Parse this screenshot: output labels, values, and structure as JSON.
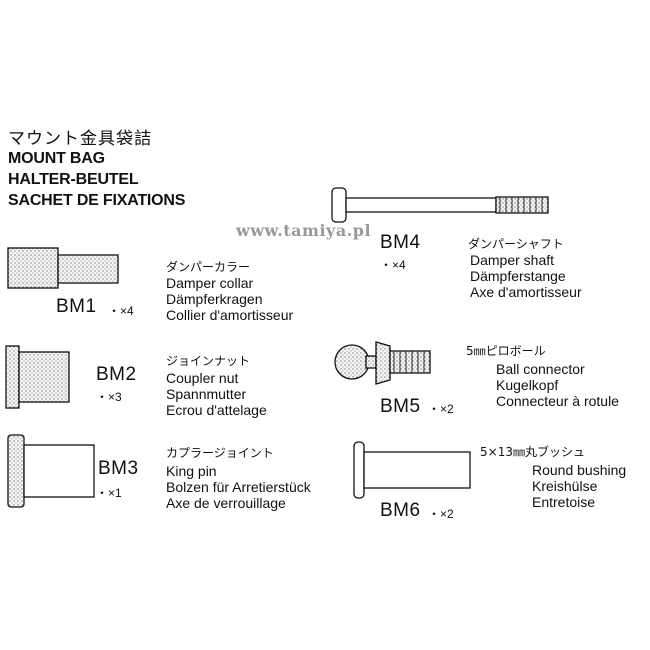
{
  "header": {
    "jp": "マウント金具袋詰",
    "en": "MOUNT BAG",
    "de": "HALTER-BEUTEL",
    "fr": "SACHET DE FIXATIONS"
  },
  "watermark": "www.tamiya.pl",
  "parts": [
    {
      "code": "BM1",
      "qty": "・×4",
      "jp": "ダンパーカラー",
      "lines": [
        "Damper collar",
        "Dämpferkragen",
        "Collier d'amortisseur"
      ]
    },
    {
      "code": "BM2",
      "qty": "・×3",
      "jp": "ジョインナット",
      "lines": [
        "Coupler nut",
        "Spannmutter",
        "Ecrou d'attelage"
      ]
    },
    {
      "code": "BM3",
      "qty": "・×1",
      "jp": "カプラージョイント",
      "lines": [
        "King pin",
        "Bolzen für Arretierstück",
        "Axe de verrouillage"
      ]
    },
    {
      "code": "BM4",
      "qty": "・×4",
      "jp": "ダンパーシャフト",
      "lines": [
        "Damper shaft",
        "Dämpferstange",
        "Axe d'amortisseur"
      ]
    },
    {
      "code": "BM5",
      "qty": "・×2",
      "jp": "5㎜ピロボール",
      "lines": [
        "Ball connector",
        "Kugelkopf",
        "Connecteur à rotule"
      ]
    },
    {
      "code": "BM6",
      "qty": "・×2",
      "jp": "5×13㎜丸ブッシュ",
      "lines": [
        "Round bushing",
        "Kreishülse",
        "Entretoise"
      ]
    }
  ]
}
